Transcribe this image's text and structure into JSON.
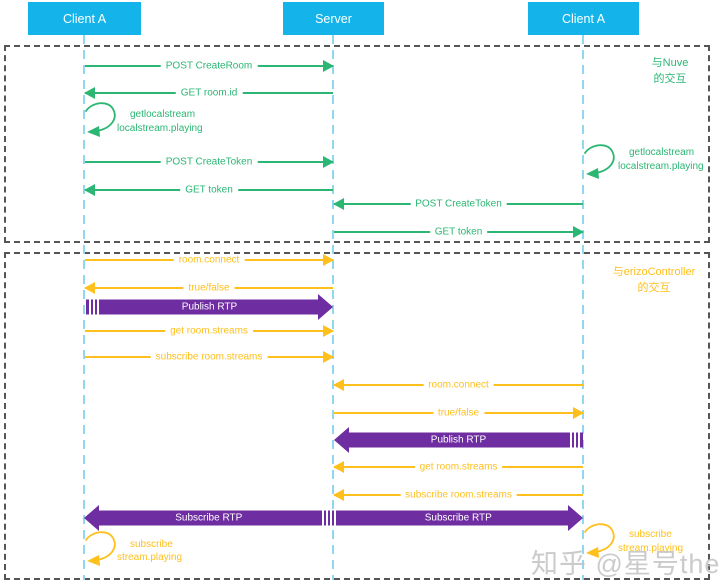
{
  "actors": [
    {
      "label": "Client A"
    },
    {
      "label": "Server"
    },
    {
      "label": "Client A"
    }
  ],
  "groups": [
    {
      "line1": "与Nuve",
      "line2": "的交互"
    },
    {
      "line1": "与erizoController",
      "line2": "的交互"
    }
  ],
  "messages": [
    {
      "label": "POST CreateRoom"
    },
    {
      "label": "GET room.id"
    },
    {
      "label": "POST CreateToken"
    },
    {
      "label": "GET token"
    },
    {
      "label": "POST CreateToken"
    },
    {
      "label": "GET token"
    },
    {
      "label": "room.connect"
    },
    {
      "label": "true/false"
    },
    {
      "label": "get room.streams"
    },
    {
      "label": "subscribe room.streams"
    },
    {
      "label": "room.connect"
    },
    {
      "label": "true/false"
    },
    {
      "label": "get room.streams"
    },
    {
      "label": "subscribe room.streams"
    }
  ],
  "rtp_arrows": {
    "publish_left": "Publish RTP",
    "publish_right": "Publish RTP",
    "subscribe_left": "Subscribe RTP",
    "subscribe_right": "Subscribe RTP"
  },
  "self_loops": [
    {
      "line1": "getlocalstream",
      "line2": "localstream.playing"
    },
    {
      "line1": "getlocalstream",
      "line2": "localstream.playing"
    },
    {
      "line1": "subscribe",
      "line2": "stream.playing"
    },
    {
      "line1": "subscribe",
      "line2": "stream.playing"
    }
  ],
  "watermark": "知乎 @星号then",
  "colors": {
    "header_bg": "#14b4ea",
    "green": "#2bb673",
    "yellow": "#ffc01e",
    "purple": "#6f2da2",
    "lifeline": "#8fd8f0",
    "group_border": "#555555",
    "watermark": "#c2c2c2"
  }
}
